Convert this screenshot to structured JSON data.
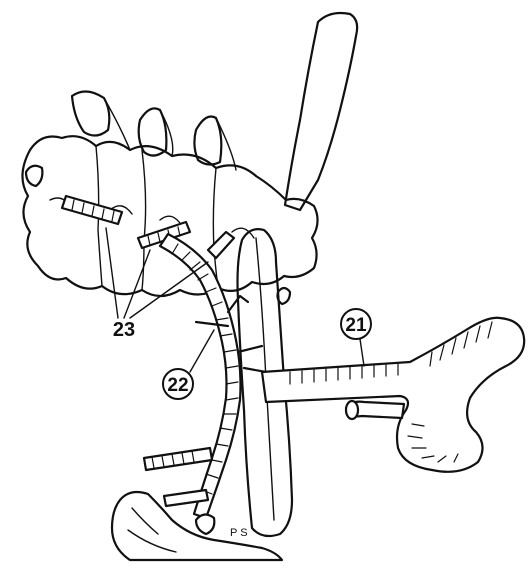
{
  "labels": {
    "aorta": "21",
    "artery": "22",
    "branches": "23",
    "footnote": "P S"
  },
  "colors": {
    "ink": "#111111",
    "paper": "#ffffff"
  }
}
